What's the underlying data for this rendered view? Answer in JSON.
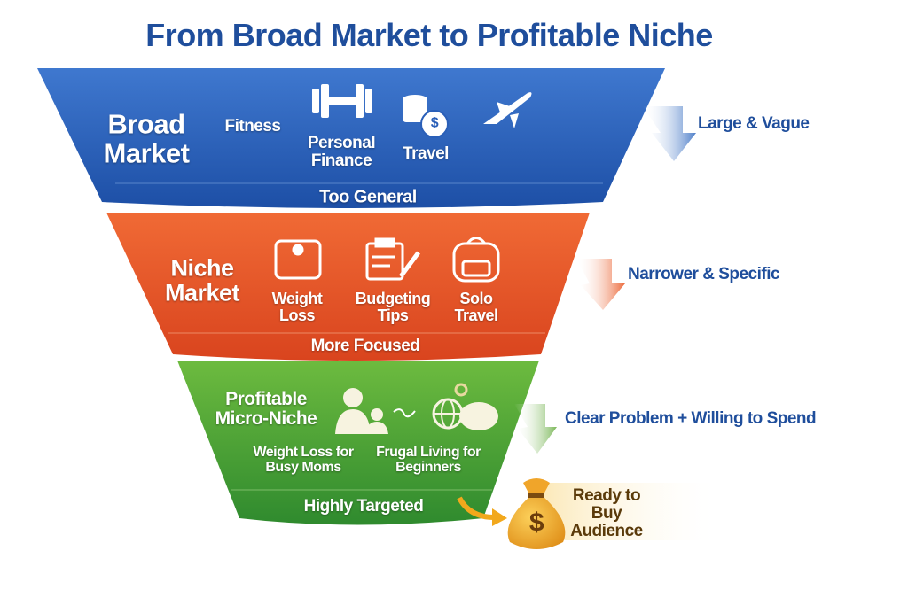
{
  "title": "From Broad Market to Profitable Niche",
  "tiers": [
    {
      "heading": "Broad Market",
      "items": [
        "Fitness",
        "Personal Finance",
        "Travel"
      ],
      "footer": "Too General",
      "side_label": "Large & Vague",
      "color": "#2a5fb8"
    },
    {
      "heading": "Niche Market",
      "items": [
        "Weight Loss",
        "Budgeting Tips",
        "Solo Travel"
      ],
      "footer": "More Focused",
      "side_label": "Narrower & Specific",
      "color": "#e8552a"
    },
    {
      "heading": "Profitable Micro-Niche",
      "items": [
        "Weight Loss for Busy Moms",
        "Frugal Living for Beginners"
      ],
      "footer": "Highly Targeted",
      "side_label": "Clear Problem + Willing to Spend",
      "color": "#3f9a35"
    }
  ],
  "outcome": {
    "label": "Ready to Buy Audience",
    "icon": "money-bag-icon",
    "symbol": "$"
  },
  "coin_symbol": "$"
}
